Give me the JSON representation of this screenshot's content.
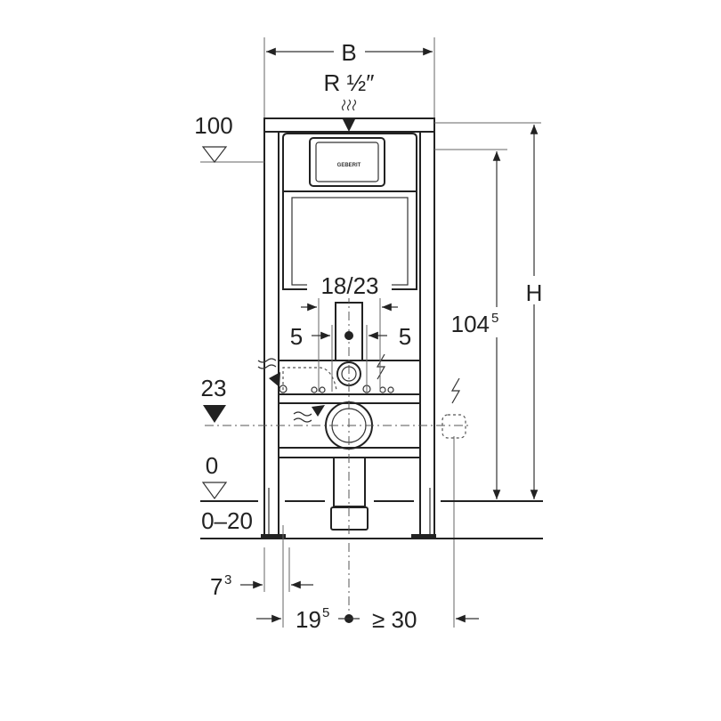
{
  "drawing": {
    "width_label": "B",
    "water_inlet_label": "R ½″",
    "level_top": "100",
    "level_outlet": "23",
    "level_floor": "0",
    "floor_adjust": "0–20",
    "outlet_spacing": "18/23",
    "left_offset": "5",
    "right_offset": "5",
    "height_label": "H",
    "frame_height_base": "104",
    "frame_height_sup": "5",
    "foot_offset_base": "7",
    "foot_offset_sup": "3",
    "axis_offset_base": "19",
    "axis_offset_sup": "5",
    "side_clearance": "≥ 30",
    "icons": [
      "water-inlet-icon",
      "electric-supply-icon",
      "drain-icon",
      "level-marker-icon"
    ]
  }
}
